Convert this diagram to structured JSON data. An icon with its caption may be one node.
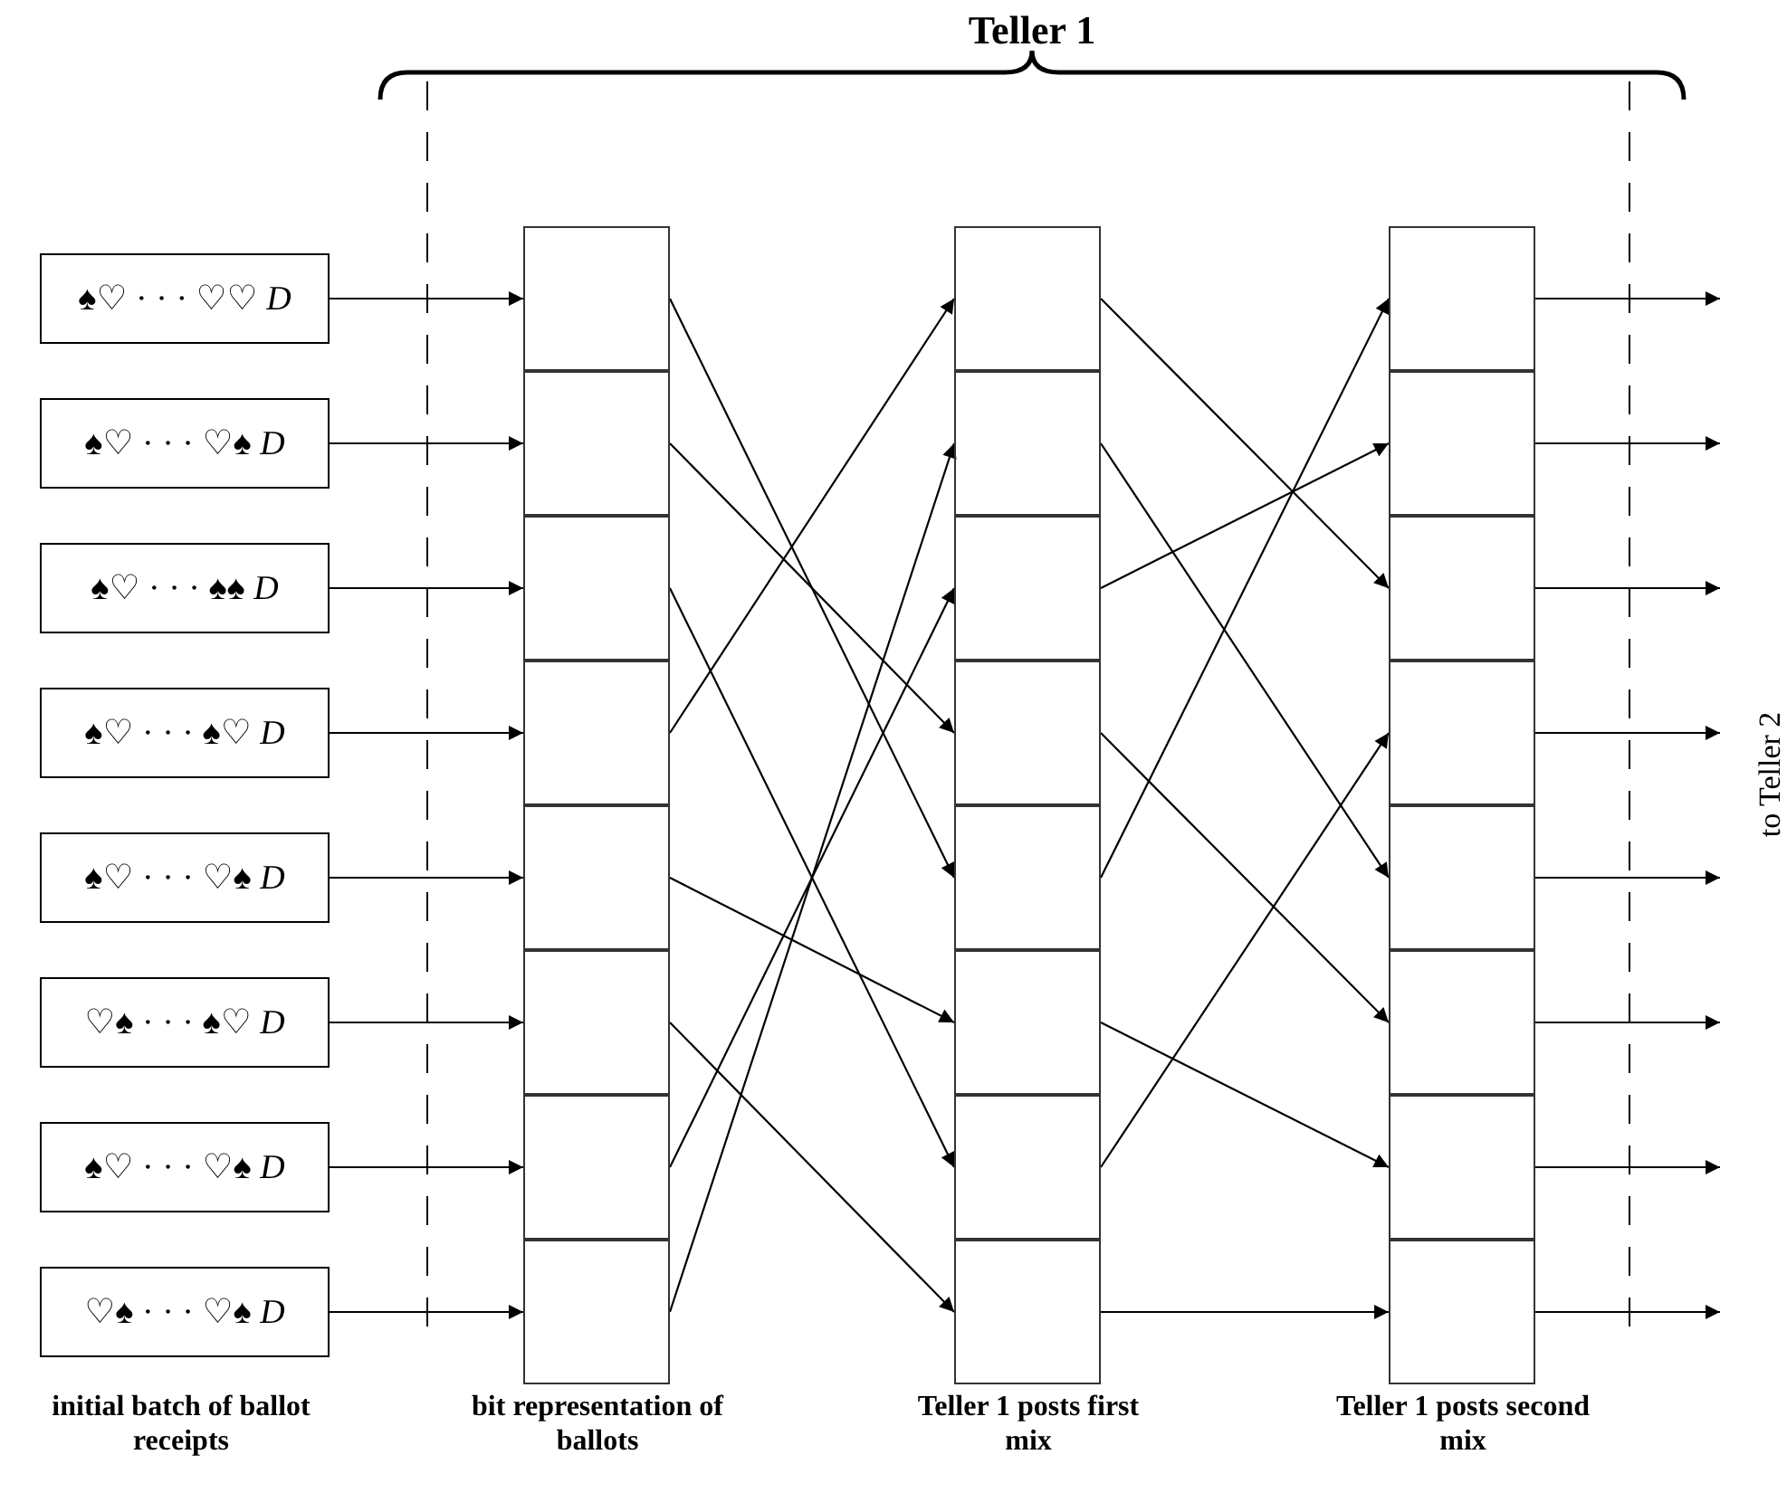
{
  "diagram": {
    "title": "Teller 1",
    "nodes": [
      {
        "text": [
          "♠♡ · · · ♡♡ *D*"
        ]
      },
      {
        "text": [
          "♠♡ · · · ♡♠ *D*"
        ]
      },
      {
        "text": [
          "♠♡ · · · ♠♠ *D*"
        ]
      },
      {
        "text": [
          "♠♡ · · · ♠♡ *D*"
        ]
      },
      {
        "text": [
          "♠♡ · · · ♡♠ *D*"
        ]
      },
      {
        "text": [
          "♡♠ · · · ♠♡ *D*"
        ]
      },
      {
        "text": [
          "♠♡ · · · ♡♠ *D*"
        ]
      },
      {
        "text": [
          "♡♠ · · · ♡♠ *D*"
        ]
      },
      {
        "text": [],
        "shape": "box"
      },
      {
        "text": [],
        "shape": "box"
      },
      {
        "text": [],
        "shape": "box"
      },
      {
        "text": [],
        "shape": "box"
      },
      {
        "text": [],
        "shape": "box"
      },
      {
        "text": [],
        "shape": "box"
      },
      {
        "text": [],
        "shape": "box"
      },
      {
        "text": [],
        "shape": "box"
      },
      {
        "text": [],
        "shape": "box"
      },
      {
        "text": [],
        "shape": "box"
      },
      {
        "text": [],
        "shape": "box"
      },
      {
        "text": [],
        "shape": "box"
      },
      {
        "text": [],
        "shape": "box"
      },
      {
        "text": [],
        "shape": "box"
      },
      {
        "text": [],
        "shape": "box"
      },
      {
        "text": [],
        "shape": "box"
      },
      {
        "text": [],
        "shape": "box"
      },
      {
        "text": [],
        "shape": "box"
      },
      {
        "text": [],
        "shape": "box"
      },
      {
        "text": [],
        "shape": "box"
      },
      {
        "text": [],
        "shape": "box"
      },
      {
        "text": [],
        "shape": "box"
      },
      {
        "text": [],
        "shape": "box"
      },
      {
        "text": [],
        "shape": "box"
      }
    ],
    "edges": [
      {
        "from": 0,
        "to": 8,
        "arrow": "to"
      },
      {
        "from": 1,
        "to": 9,
        "arrow": "to"
      },
      {
        "from": 2,
        "to": 10,
        "arrow": "to"
      },
      {
        "from": 3,
        "to": 11,
        "arrow": "to"
      },
      {
        "from": 4,
        "to": 12,
        "arrow": "to"
      },
      {
        "from": 5,
        "to": 13,
        "arrow": "to"
      },
      {
        "from": 6,
        "to": 14,
        "arrow": "to"
      },
      {
        "from": 7,
        "to": 15,
        "arrow": "to"
      },
      {
        "from": 8,
        "to": 20,
        "arrow": "to"
      },
      {
        "from": 9,
        "to": 19,
        "arrow": "to"
      },
      {
        "from": 10,
        "to": 22,
        "arrow": "to"
      },
      {
        "from": 11,
        "to": 16,
        "arrow": "to"
      },
      {
        "from": 12,
        "to": 21,
        "arrow": "to"
      },
      {
        "from": 13,
        "to": 23,
        "arrow": "to"
      },
      {
        "from": 14,
        "to": 18,
        "arrow": "to"
      },
      {
        "from": 15,
        "to": 17,
        "arrow": "to"
      },
      {
        "from": 16,
        "to": 26,
        "arrow": "to"
      },
      {
        "from": 17,
        "to": 28,
        "arrow": "to"
      },
      {
        "from": 18,
        "to": 25,
        "arrow": "to"
      },
      {
        "from": 19,
        "to": 29,
        "arrow": "to"
      },
      {
        "from": 20,
        "to": 24,
        "arrow": "to"
      },
      {
        "from": 21,
        "to": 30,
        "arrow": "to"
      },
      {
        "from": 22,
        "to": 27,
        "arrow": "to"
      },
      {
        "from": 23,
        "to": 31,
        "arrow": "to"
      },
      {
        "from": 24,
        "to": null,
        "arrow": "to"
      },
      {
        "from": 25,
        "to": null,
        "arrow": "to"
      },
      {
        "from": 26,
        "to": null,
        "arrow": "to"
      },
      {
        "from": 27,
        "to": null,
        "arrow": "to"
      },
      {
        "from": 28,
        "to": null,
        "arrow": "to"
      },
      {
        "from": 29,
        "to": null,
        "arrow": "to"
      },
      {
        "from": 30,
        "to": null,
        "arrow": "to"
      },
      {
        "from": 31,
        "to": null,
        "arrow": "to"
      }
    ],
    "labels": [
      "to Teller 2",
      "initial batch of ballot receipts",
      "bit representation of ballots",
      "Teller 1 posts first mix",
      "Teller 1 posts second mix"
    ]
  }
}
